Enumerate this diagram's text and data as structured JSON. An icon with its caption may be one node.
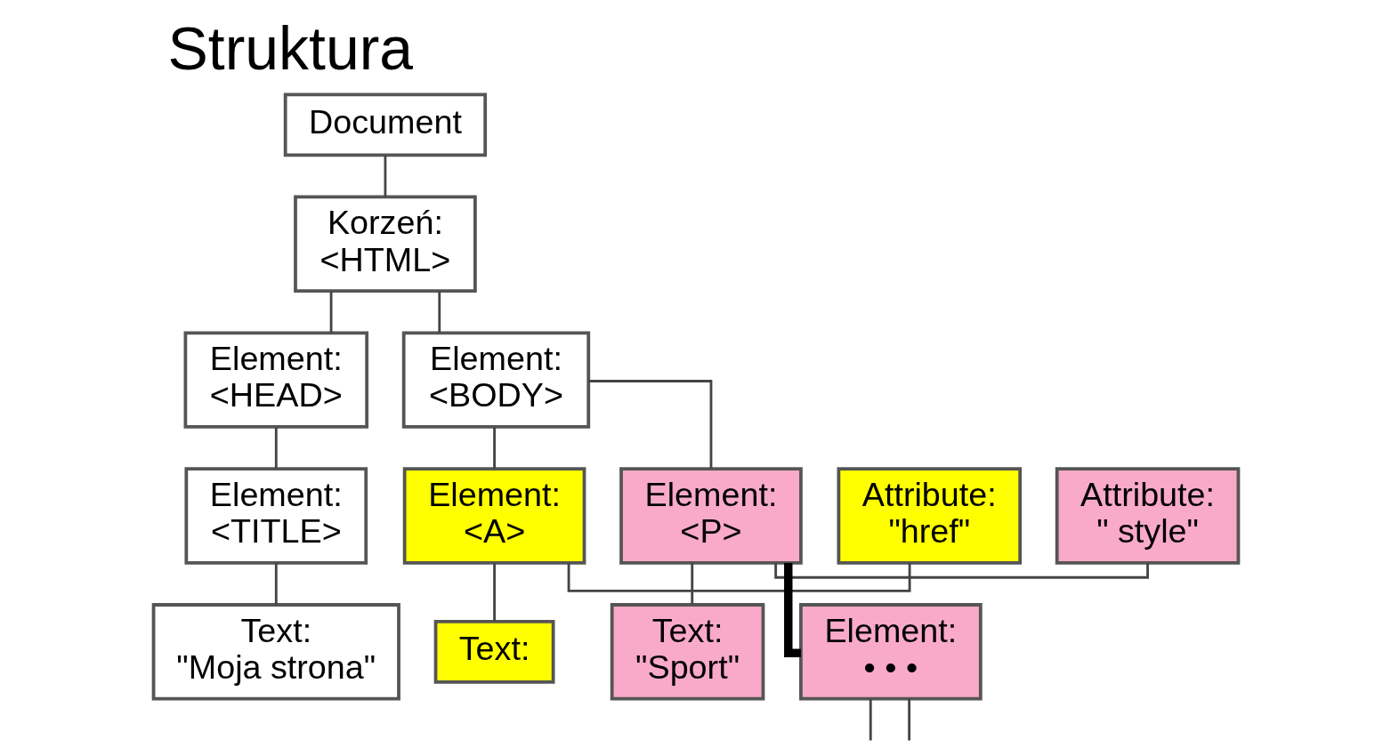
{
  "diagram": {
    "title": "Struktura",
    "nodes": [
      {
        "text": [
          "Document"
        ]
      },
      {
        "text": [
          "Korzeń:",
          "<HTML>"
        ]
      },
      {
        "text": [
          "Element:",
          "<HEAD>"
        ]
      },
      {
        "text": [
          "Element:",
          "<TITLE>"
        ]
      },
      {
        "text": [
          "Text:",
          "\"Moja strona\""
        ]
      },
      {
        "text": [
          "Element:",
          "<BODY>"
        ]
      },
      {
        "text": [
          "Attribute:",
          "\"href\""
        ]
      },
      {
        "text": [
          "Element:",
          "<A>"
        ]
      },
      {
        "text": [
          "Text:"
        ]
      },
      {
        "text": [
          "Element:",
          "<P>"
        ]
      },
      {
        "text": [
          "Attribute:",
          "\" style\""
        ]
      },
      {
        "text": [
          "Text:",
          "\"Sport\""
        ]
      },
      {
        "text": [
          "Element:",
          "• • •"
        ]
      }
    ],
    "edges": [
      {
        "from": 0,
        "to": 1,
        "arrow": "none"
      },
      {
        "from": 1,
        "to": 2,
        "arrow": "none"
      },
      {
        "from": 1,
        "to": 5,
        "arrow": "none"
      },
      {
        "from": 2,
        "to": 3,
        "arrow": "none"
      },
      {
        "from": 3,
        "to": 4,
        "arrow": "none"
      },
      {
        "from": 5,
        "to": 7,
        "arrow": "none"
      },
      {
        "from": 5,
        "to": 9,
        "arrow": "none"
      },
      {
        "from": 6,
        "to": 7,
        "arrow": "none"
      },
      {
        "from": 7,
        "to": 8,
        "arrow": "none"
      },
      {
        "from": 9,
        "to": 10,
        "arrow": "none"
      },
      {
        "from": 9,
        "to": 11,
        "arrow": "none"
      },
      {
        "from": 9,
        "to": 12,
        "arrow": "none",
        "style": "thick"
      },
      {
        "from": 12,
        "to": null,
        "arrow": "none"
      },
      {
        "from": 12,
        "to": null,
        "arrow": "none"
      }
    ]
  }
}
